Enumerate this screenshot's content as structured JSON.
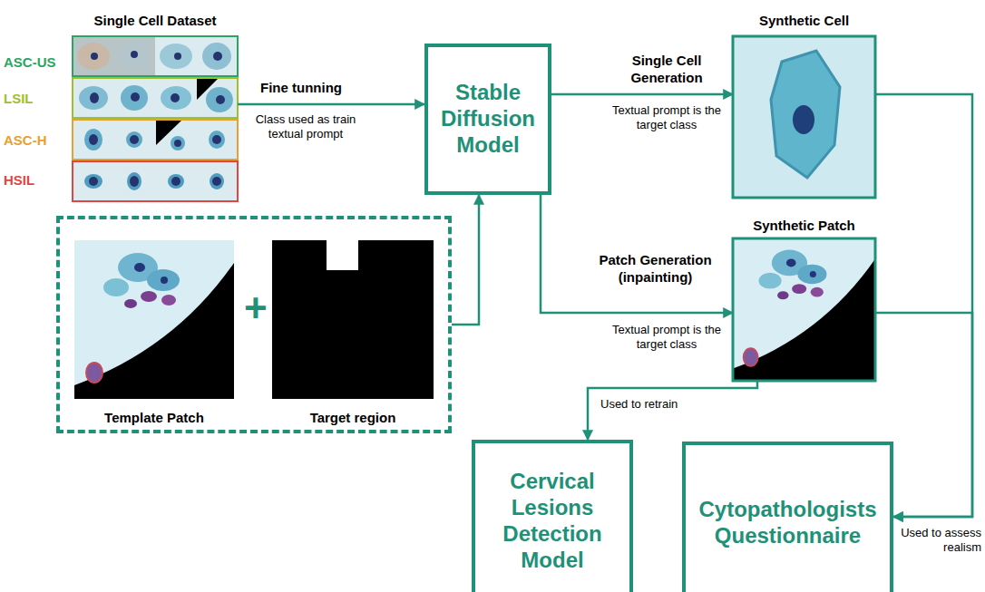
{
  "diagram": {
    "nodes": [
      {
        "text": [
          "Single Cell Dataset"
        ]
      },
      {
        "text": [
          "+"
        ]
      },
      {
        "text": [
          "Template Patch"
        ],
        "in": 1
      },
      {
        "text": [
          "Target region"
        ],
        "in": 1
      },
      {
        "text": [
          "Stable Diffusion Model"
        ]
      },
      {
        "text": [
          "Synthetic Cell"
        ]
      },
      {
        "text": [
          "Synthetic Patch"
        ]
      },
      {
        "text": [
          "Cervical Lesions Detection Model"
        ]
      },
      {
        "text": [
          "Cytopathologists Questionnaire"
        ]
      }
    ],
    "edges": [
      {
        "from": 0,
        "to": 4,
        "arrow": "to",
        "label": "Fine tunning"
      },
      {
        "from": 1,
        "to": 4,
        "arrow": "to"
      },
      {
        "from": 4,
        "to": 5,
        "arrow": "to",
        "label": "Single Cell Generation"
      },
      {
        "from": 4,
        "to": 6,
        "arrow": "to",
        "label": "Patch Generation (inpainting)"
      },
      {
        "from": 6,
        "to": 7,
        "arrow": "to",
        "label": "Used to retrain"
      },
      {
        "from": 5,
        "to": 8,
        "arrow": "to",
        "label": "Used to assess realism"
      },
      {
        "from": 6,
        "to": 8,
        "arrow": "to"
      }
    ],
    "labels": [
      "ASC-US",
      "LSIL",
      "ASC-H",
      "HSIL",
      "Class used as train textual prompt",
      "Textual prompt is the target class",
      "Textual prompt is the target class"
    ]
  }
}
